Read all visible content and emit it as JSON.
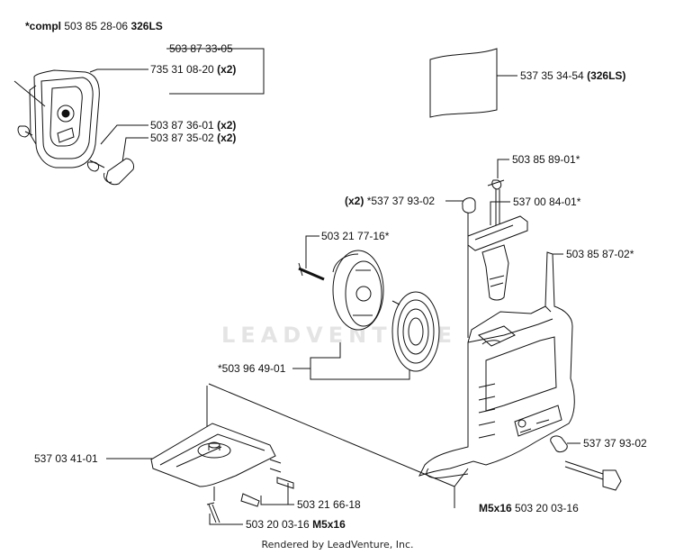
{
  "header": {
    "prefix": "*compl",
    "number": "503 85 28-06",
    "model": "326LS"
  },
  "parts": [
    {
      "id": "p1",
      "number": "503 87 33-05",
      "suffix": ""
    },
    {
      "id": "p2",
      "number": "735 31 08-20",
      "suffix": "(x2)"
    },
    {
      "id": "p3",
      "number": "503 87 36-01",
      "suffix": "(x2)"
    },
    {
      "id": "p4",
      "number": "503 87 35-02",
      "suffix": "(x2)"
    },
    {
      "id": "p5",
      "number": "537 35 34-54",
      "suffix": "(326LS)"
    },
    {
      "id": "p6",
      "number": "503 85 89-01*",
      "suffix": ""
    },
    {
      "id": "p7",
      "prefix": "(x2)",
      "number": "*537 37 93-02",
      "suffix": ""
    },
    {
      "id": "p8",
      "number": "537 00 84-01*",
      "suffix": ""
    },
    {
      "id": "p9",
      "number": "503 21 77-16*",
      "suffix": ""
    },
    {
      "id": "p10",
      "number": "503 85 87-02*",
      "suffix": ""
    },
    {
      "id": "p11",
      "number": "*503 96 49-01",
      "suffix": ""
    },
    {
      "id": "p12",
      "number": "537 37 93-02",
      "suffix": ""
    },
    {
      "id": "p13",
      "number": "537 03 41-01",
      "suffix": ""
    },
    {
      "id": "p14",
      "number": "503 21 66-18",
      "suffix": ""
    },
    {
      "id": "p15",
      "prefix": "M5x16",
      "number": "503 20 03-16",
      "suffix": ""
    },
    {
      "id": "p16",
      "number": "503 20 03-16",
      "suffix": "M5x16"
    }
  ],
  "watermark": "LEADVENTURE",
  "footer": "Rendered by LeadVenture, Inc."
}
